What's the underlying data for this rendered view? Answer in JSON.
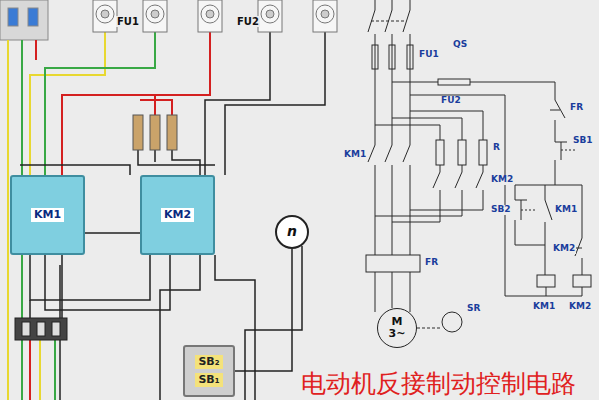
{
  "diagram": {
    "title": "电动机反接制动控制电路",
    "nodes": [
      {
        "text": [
          "KM1"
        ]
      },
      {
        "text": [
          "KM2"
        ]
      },
      {
        "text": [
          "n"
        ]
      },
      {
        "text": [
          "SB₂",
          "SB₁"
        ]
      },
      {
        "text": [
          "M 3~"
        ]
      }
    ],
    "edges": [
      {
        "from": 0,
        "to": 1,
        "arrow": "none"
      },
      {
        "from": 2,
        "to": 3,
        "arrow": "none"
      }
    ],
    "labels": [
      "FU1",
      "FU2",
      "QS",
      "FU1",
      "FU2",
      "FR",
      "SB1",
      "R",
      "KM1",
      "KM2",
      "SB2",
      "KM1",
      "KM2",
      "KM1",
      "KM2",
      "FR",
      "SR"
    ]
  }
}
